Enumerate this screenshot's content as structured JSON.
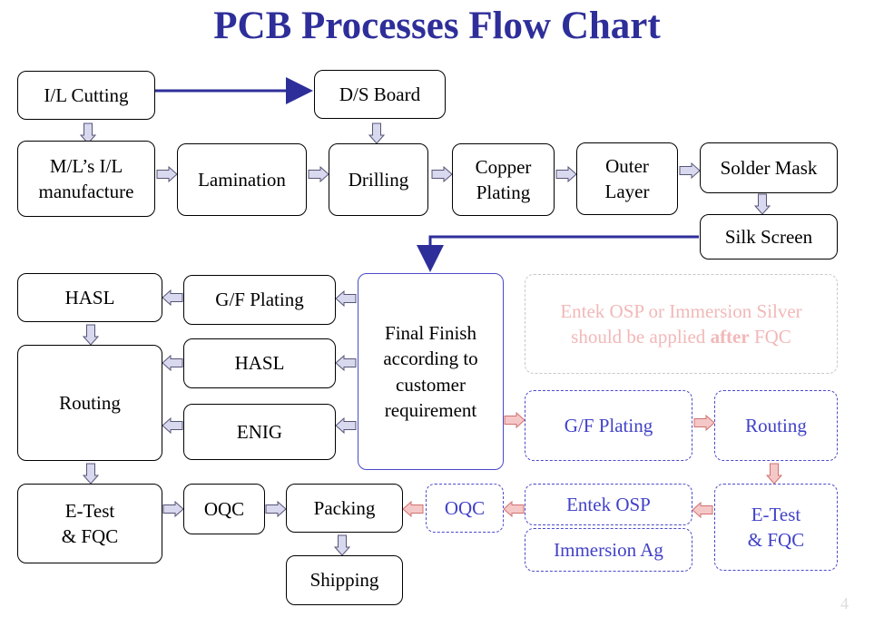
{
  "title": "PCB Processes Flow Chart",
  "boxes": {
    "il_cutting": "I/L Cutting",
    "ds_board": "D/S Board",
    "ml_il": "M/L’s I/L\nmanufacture",
    "lamination": "Lamination",
    "drilling": "Drilling",
    "copper_plating": "Copper\nPlating",
    "outer_layer": "Outer\nLayer",
    "solder_mask": "Solder Mask",
    "silk_screen": "Silk Screen",
    "hasl_left": "HASL",
    "gf_plating_left": "G/F Plating",
    "hasl_mid": "HASL",
    "enig": "ENIG",
    "routing_left": "Routing",
    "final_finish": "Final Finish\naccording to\ncustomer\nrequirement",
    "etest_left": "E-Test\n& FQC",
    "oqc_left": "OQC",
    "packing": "Packing",
    "shipping": "Shipping",
    "oqc_right": "OQC",
    "entek_osp": "Entek OSP",
    "immersion_ag": "Immersion Ag",
    "gf_plating_right": "G/F Plating",
    "routing_right": "Routing",
    "etest_right": "E-Test\n& FQC"
  },
  "note": {
    "line1": "Entek OSP or Immersion Silver",
    "line2_pre": "should be applied ",
    "line2_bold": "after",
    "line2_post": " FQC"
  },
  "page_number": "4",
  "colors": {
    "title": "#2e2e9a",
    "connector": "#2e2e9a",
    "arrow_fill": "#d8d8ee",
    "arrow_fill_pink": "#f5c8c8",
    "dashed_text": "#4141c8",
    "note_text": "#f2b8b8"
  }
}
